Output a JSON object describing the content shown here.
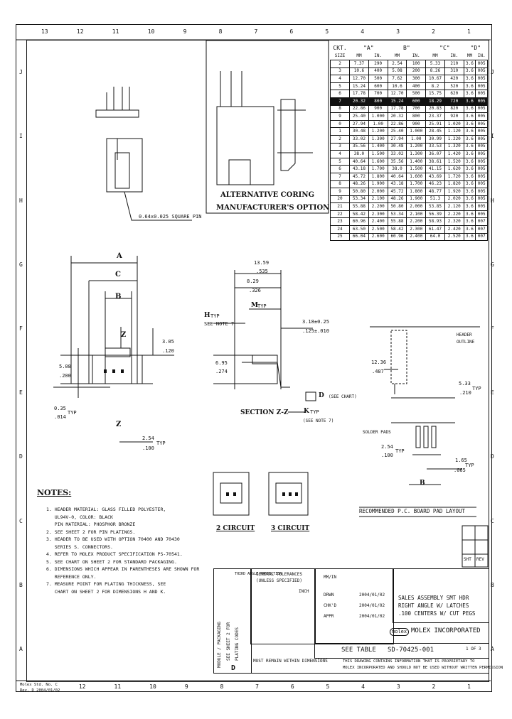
{
  "border": {
    "top_zones": [
      "13",
      "12",
      "11",
      "10",
      "9",
      "8",
      "7",
      "6",
      "5",
      "4",
      "3",
      "2",
      "1"
    ],
    "bottom_zones": [
      "12",
      "11",
      "10",
      "9",
      "8",
      "7",
      "6",
      "5",
      "4",
      "3",
      "2",
      "1"
    ],
    "left_zones": [
      "J",
      "I",
      "H",
      "G",
      "F",
      "E",
      "D",
      "C",
      "B",
      "A"
    ],
    "right_zones": [
      "J",
      "I",
      "H",
      "G",
      "F",
      "E",
      "D",
      "C",
      "B",
      "A"
    ]
  },
  "chart": {
    "header_labels": [
      "CKT.",
      "\"A\"",
      "B\"",
      "\"C\"",
      "\"D\""
    ],
    "sub_labels": [
      "SIZE",
      "MM",
      "IN.",
      "MM",
      "IN.",
      "MM",
      "IN.",
      "MM",
      "IN."
    ],
    "rows": [
      [
        "2",
        "7.37",
        "290",
        "2.54",
        "100",
        "5.33",
        "210",
        "3.6",
        "005"
      ],
      [
        "3",
        "10.6",
        "400",
        "5.08",
        "200",
        "8.26",
        "310",
        "3.6",
        "005"
      ],
      [
        "4",
        "12.70",
        "500",
        "7.62",
        "300",
        "10.67",
        "420",
        "3.6",
        "005"
      ],
      [
        "5",
        "15.24",
        "600",
        "10.6",
        "400",
        "8.2",
        "520",
        "3.6",
        "005"
      ],
      [
        "6",
        "17.78",
        "700",
        "12.70",
        "500",
        "15.75",
        "620",
        "3.6",
        "005"
      ],
      [
        "7",
        "20.32",
        "800",
        "15.24",
        "600",
        "18.29",
        "720",
        "3.6",
        "005"
      ],
      [
        "8",
        "22.86",
        "900",
        "17.78",
        "700",
        "20.83",
        "820",
        "3.6",
        "005"
      ],
      [
        "9",
        "25.40",
        "1.000",
        "20.32",
        "800",
        "23.37",
        "920",
        "3.6",
        "005"
      ],
      [
        "0",
        "27.94",
        "1.00",
        "22.86",
        "900",
        "25.91",
        "1.020",
        "3.6",
        "005"
      ],
      [
        "1",
        "30.48",
        "1.200",
        "25.40",
        "1.000",
        "28.45",
        "1.120",
        "3.6",
        "005"
      ],
      [
        "2",
        "33.02",
        "1.300",
        "27.94",
        "1.00",
        "30.99",
        "1.220",
        "3.6",
        "005"
      ],
      [
        "3",
        "35.56",
        "1.400",
        "30.48",
        "1.200",
        "33.53",
        "1.320",
        "3.6",
        "005"
      ],
      [
        "4",
        "38.0",
        "1.500",
        "33.02",
        "1.300",
        "36.07",
        "1.420",
        "3.6",
        "005"
      ],
      [
        "5",
        "40.64",
        "1.600",
        "35.56",
        "1.400",
        "38.61",
        "1.520",
        "3.6",
        "005"
      ],
      [
        "6",
        "43.18",
        "1.700",
        "38.0",
        "1.500",
        "41.15",
        "1.620",
        "3.6",
        "005"
      ],
      [
        "7",
        "45.72",
        "1.800",
        "40.64",
        "1.600",
        "43.69",
        "1.720",
        "3.6",
        "005"
      ],
      [
        "8",
        "48.26",
        "1.900",
        "43.18",
        "1.700",
        "46.23",
        "1.820",
        "3.6",
        "005"
      ],
      [
        "9",
        "50.80",
        "2.000",
        "45.72",
        "1.800",
        "48.77",
        "1.920",
        "3.6",
        "005"
      ],
      [
        "20",
        "53.34",
        "2.100",
        "48.26",
        "1.900",
        "51.3",
        "2.020",
        "3.6",
        "005"
      ],
      [
        "21",
        "55.88",
        "2.200",
        "50.80",
        "2.000",
        "53.85",
        "2.120",
        "3.6",
        "005"
      ],
      [
        "22",
        "58.42",
        "2.300",
        "53.34",
        "2.100",
        "56.39",
        "2.220",
        "3.6",
        "005"
      ],
      [
        "23",
        "60.96",
        "2.400",
        "55.88",
        "2.200",
        "58.93",
        "2.320",
        "3.6",
        "007"
      ],
      [
        "24",
        "63.50",
        "2.500",
        "58.42",
        "2.300",
        "61.47",
        "2.420",
        "3.6",
        "007"
      ],
      [
        "25",
        "66.04",
        "2.600",
        "60.96",
        "2.400",
        "64.0",
        "2.520",
        "3.6",
        "007"
      ]
    ],
    "dark_row_index": 5
  },
  "labels": {
    "alternative": "ALTERNATIVE CORING",
    "manufacturer": "MANUFACTURER'S OPTION",
    "pin_size": "0.64x0.025 SQUARE PIN",
    "dim_A": "A",
    "dim_C": "C",
    "dim_B": "B",
    "dim_Z": "Z",
    "dim_305": "3.05",
    "dim_120": ".120",
    "dim_508": "5.08",
    "dim_200": ".200",
    "dim_035": "0.35",
    "dim_014": ".014",
    "typ": "TYP",
    "arrow_z": "Z",
    "dim_254_left": "2.54",
    "dim_100_left": ".100",
    "dim_1359": "13.59",
    "dim_535": ".535",
    "dim_829": "8.29",
    "dim_326": ".326",
    "dim_M": "M",
    "dim_M_typ": "TYP",
    "dim_H": "H",
    "dim_H_typ": "TYP",
    "see_note_7": "SEE NOTE 7",
    "dim_316": "3.18±0.25",
    "dim_125": ".125±.010",
    "dim_695": "6.95",
    "dim_274": ".274",
    "dim_D": "D",
    "see_chart": "(SEE CHART)",
    "section_zz": "SECTION Z-Z",
    "dim_K": "K",
    "dim_K_typ": "TYP",
    "see_note_7b": "(SEE NOTE 7)",
    "header_outline": "HEADER\nOUTLINE",
    "dim_1236": "12.36",
    "dim_487": ".487",
    "dim_533": "5.33",
    "dim_210": ".210",
    "solder_pads": "SOLDER PADS",
    "dim_254_right": "2.54",
    "dim_100_right": ".100",
    "dim_165": "1.65",
    "dim_065": ".065",
    "dim_B_right": "B",
    "pcb_layout": "RECOMMENDED P.C. BOARD PAD LAYOUT",
    "circuit2": "2 CIRCUIT",
    "circuit3": "3 CIRCUIT"
  },
  "notes": {
    "title": "NOTES:",
    "lines": [
      "1. HEADER MATERIAL: GLASS FILLED POLYESTER,",
      "   UL94V-0, COLOR: BLACK",
      "   PIN MATERIAL: PHOSPHOR BRONZE",
      "2. SEE SHEET 2 FOR PIN PLATINGS.",
      "3. HEADER TO BE USED WITH OPTION 70400 AND 70430",
      "   SERIES S. CONNECTORS.",
      "4. REFER TO MOLEX PRODUCT SPECIFICATION PS-70541.",
      "5. SEE CHART ON SHEET 2 FOR STANDARD PACKAGING.",
      "6. DIMENSIONS WHICH APPEAR IN PARENTHESES ARE SHOWN FOR",
      "   REFERENCE ONLY.",
      "7. MEASURE POINT FOR PLATING THICKNESS, SEE",
      "   CHART ON SHEET 2 FOR DIMENSIONS H AND K."
    ]
  },
  "titleblock": {
    "general_tol": "GENERAL TOLERANCES",
    "unless": "(UNLESS SPECIFIED)",
    "inch": "INCH",
    "mm": "MM/IN",
    "title_lines": [
      "SALES ASSEMBLY SMT HDR",
      "RIGHT ANGLE W/ LATCHES",
      ".100 CENTERS W/ CUT PEGS"
    ],
    "company": "MOLEX INCORPORATED",
    "see_table": "SEE TABLE",
    "doc_no": "SD-70425-001",
    "sheet": "1 OF 3",
    "proprietary": [
      "THIS DRAWING CONTAINS INFORMATION THAT IS PROPRIETARY TO",
      "MOLEX INCORPORATED AND SHOULD NOT BE USED WITHOUT WRITTEN PERMISSION"
    ],
    "left_vertical": [
      "MODULE / PACKAGING",
      "SEE SHEET 2 FOR",
      "PLATING CODES"
    ],
    "third_angle": "THIRD ANGLE PROJECTION",
    "revision_letter": "D",
    "dwn": "DRWN",
    "chk": "CHK'D",
    "appr": "APPR",
    "date1": "2004/01/02",
    "made_with": "MUST REMAIN WITHIN DIMENSIONS",
    "molex": "molex",
    "sht": "SHT",
    "rev": "REV",
    "footer_left": "Molex Std. No. C",
    "footer_date": "Rev. D 2004/01/02"
  }
}
